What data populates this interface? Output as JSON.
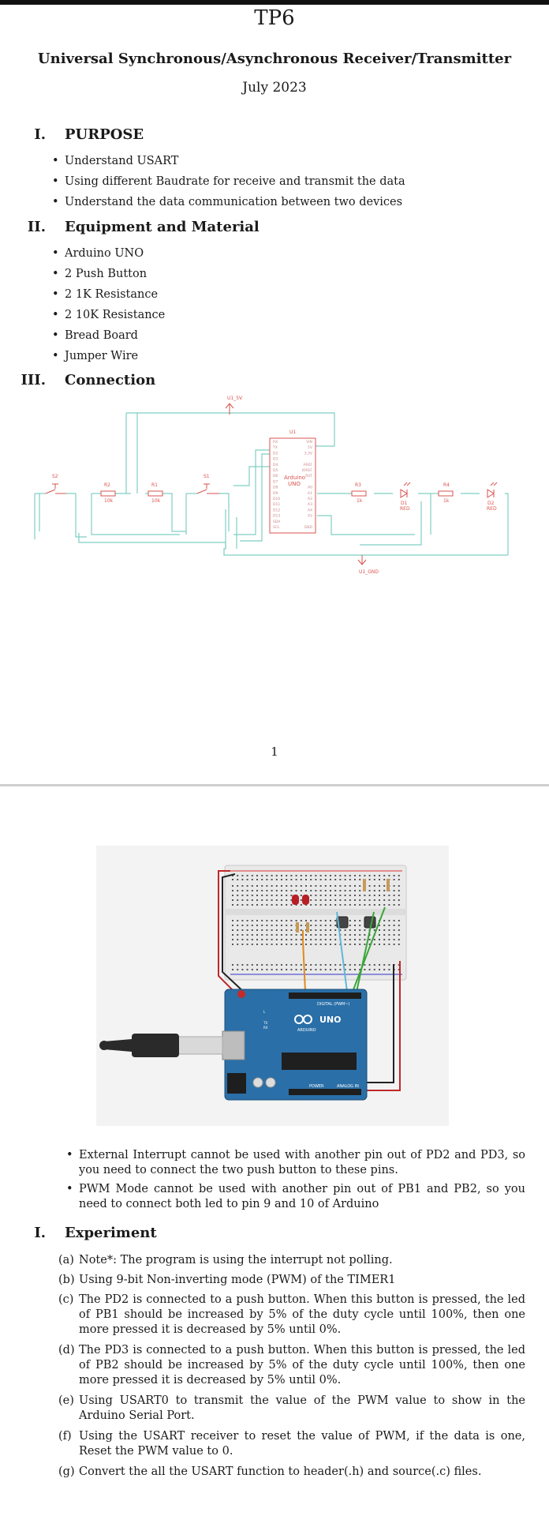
{
  "page1": {
    "title": "TP6",
    "subtitle": "Universal Synchronous/Asynchronous Receiver/Transmitter",
    "date": "July 2023",
    "sections": [
      {
        "num": "I.",
        "title": "PURPOSE",
        "items": [
          "Understand USART",
          "Using different Baudrate for receive and transmit the data",
          "Understand the data communication between two devices"
        ]
      },
      {
        "num": "II.",
        "title": "Equipment and Material",
        "items": [
          "Arduino UNO",
          "2 Push Button",
          "2 1K Resistance",
          "2 10K Resistance",
          "Bread Board",
          "Jumper Wire"
        ]
      },
      {
        "num": "III.",
        "title": "Connection",
        "items": []
      }
    ],
    "schematic": {
      "vcc_label": "U1_5V",
      "gnd_label": "U1_GND",
      "mcu_ref": "U1",
      "mcu_name": "Arduino",
      "mcu_model": "UNO",
      "mcu_pins_left": [
        "RX",
        "TX",
        "D2",
        "D3",
        "D4",
        "D5",
        "D6",
        "D7",
        "D8",
        "D9",
        "D10",
        "D11",
        "D12",
        "D13",
        "SDA",
        "SCL"
      ],
      "mcu_pins_right": [
        "VIN",
        "5V",
        "3.3V",
        "",
        "AREF",
        "IOREF",
        "RST",
        "",
        "A0",
        "A1",
        "A2",
        "A3",
        "A4",
        "A5",
        "",
        "GND"
      ],
      "components": [
        {
          "ref": "S2",
          "value": ""
        },
        {
          "ref": "R2",
          "value": "10k"
        },
        {
          "ref": "R1",
          "value": "10k"
        },
        {
          "ref": "S1",
          "value": ""
        },
        {
          "ref": "R3",
          "value": "1k"
        },
        {
          "ref": "D1",
          "value": "RED"
        },
        {
          "ref": "R4",
          "value": "1k"
        },
        {
          "ref": "D2",
          "value": "RED"
        }
      ]
    },
    "page_number": "1"
  },
  "page2": {
    "breadboard_figure": {
      "board_label": "UNO",
      "brand": "ARDUINO",
      "header_digital": "DIGITAL (PWM~)",
      "header_power": "POWER",
      "header_analog": "ANALOG IN",
      "led_labels": [
        "TX",
        "RX",
        "L"
      ]
    },
    "notes": [
      "External Interrupt cannot be used with another pin out of PD2 and PD3, so you need to connect the two push button to these pins.",
      "PWM Mode cannot be used with another pin out of PB1 and PB2, so you need to connect both led to pin 9 and 10 of Arduino"
    ],
    "experiment_num": "I.",
    "experiment_title": "Experiment",
    "experiment_items": [
      {
        "label": "(a)",
        "text": "Note*: The program is using the interrupt not polling."
      },
      {
        "label": "(b)",
        "text": "Using 9-bit Non-inverting mode (PWM) of the TIMER1"
      },
      {
        "label": "(c)",
        "text": "The PD2 is connected to a push button. When this button is pressed, the led of PB1 should be increased by 5% of the duty cycle until 100%, then one more pressed it is decreased by 5% until 0%."
      },
      {
        "label": "(d)",
        "text": "The PD3 is connected to a push button. When this button is pressed, the led of PB2 should be increased by 5% of the duty cycle until 100%, then one more pressed it is decreased by 5% until 0%."
      },
      {
        "label": "(e)",
        "text": "Using USART0 to transmit the value of the PWM value to show in the Arduino Serial Port."
      },
      {
        "label": "(f)",
        "text": "Using the USART receiver to reset the value of PWM, if the data is one, Reset the PWM value to 0."
      },
      {
        "label": "(g)",
        "text": "Convert the all the USART function to header(.h) and source(.c) files."
      }
    ]
  },
  "colors": {
    "wire": "#7fcfc3",
    "schematic_red": "#d9534f",
    "board_blue": "#2a6fa8",
    "wire_red": "#c0282a",
    "wire_black": "#222222",
    "wire_orange": "#e08a1e",
    "wire_cyan": "#5fb9d9",
    "wire_green": "#3aa63a"
  }
}
